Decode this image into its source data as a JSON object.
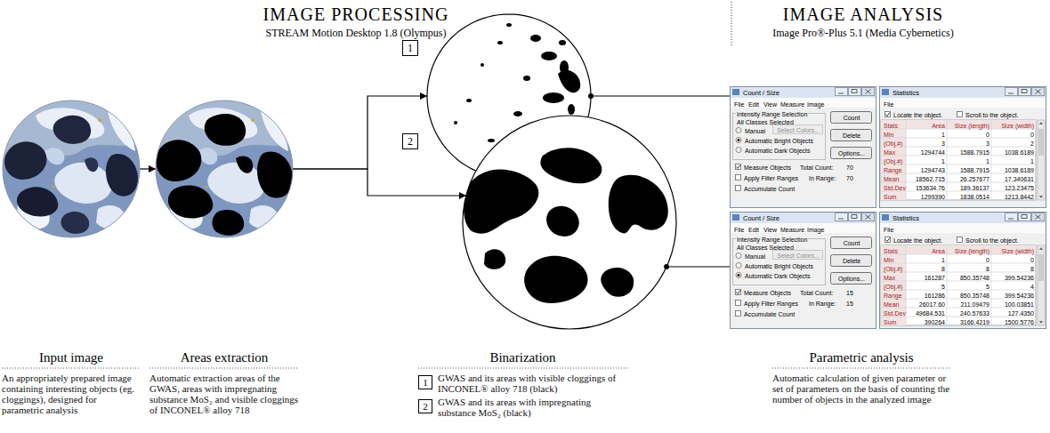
{
  "diagram": {
    "nodes": [
      {
        "text": [
          "Input image",
          "An appropriately prepared image containing interesting objects (eg. cloggings), designed for parametric analysis"
        ]
      },
      {
        "text": [
          "Areas extraction",
          "Automatic extraction areas of the GWAS, areas with impregnating substance MoS₂ and visible cloggings of INCONEL® alloy 718"
        ]
      },
      {
        "text": [
          "1"
        ]
      },
      {
        "text": [
          "2"
        ]
      },
      {
        "text": [
          "Count / Size",
          "File",
          "Edit",
          "View",
          "Measure",
          "Image",
          "Intensity Range Selection",
          "All Classes Selected",
          "Manual",
          "Select Colors...",
          "Automatic Bright Objects",
          "Automatic Dark Objects",
          "Measure Objects",
          "Apply Filter Ranges",
          "Accumulate Count",
          "Count",
          "Delete",
          "Options...",
          "Total Count:",
          "70",
          "In Range:",
          "70"
        ]
      },
      {
        "text": [
          "Statistics",
          "File",
          "Locate the object.",
          "Scroll to the object.",
          "Stats",
          "Area",
          "Size (length)",
          "Size (width)",
          "Min",
          "1",
          "0",
          "0",
          "(Obj.#)",
          "3",
          "3",
          "2",
          "Max",
          "1294744",
          "1588.7915",
          "1038.6189",
          "(Obj.#)",
          "1",
          "1",
          "1",
          "Range",
          "1294743",
          "1588.7915",
          "1038.6189",
          "Mean",
          "18562.715",
          "26.257677",
          "17.340631",
          "Std.Dev",
          "153634.76",
          "189.36137",
          "123.23475",
          "Sum",
          "1299390",
          "1838.0514",
          "1213.8442"
        ]
      },
      {
        "text": [
          "Count / Size",
          "File",
          "Edit",
          "View",
          "Measure",
          "Image",
          "Intensity Range Selection",
          "All Classes Selected",
          "Manual",
          "Select Colors...",
          "Automatic Bright Objects",
          "Automatic Dark Objects",
          "Measure Objects",
          "Apply Filter Ranges",
          "Accumulate Count",
          "Count",
          "Delete",
          "Options...",
          "Total Count:",
          "15",
          "In Range:",
          "15"
        ]
      },
      {
        "text": [
          "Statistics",
          "File",
          "Locate the object.",
          "Scroll to the object.",
          "Stats",
          "Area",
          "Size (length)",
          "Size (width)",
          "Min",
          "1",
          "0",
          "0",
          "(Obj.#)",
          "8",
          "8",
          "8",
          "Max",
          "161287",
          "850.35748",
          "399.54236",
          "(Obj.#)",
          "5",
          "5",
          "4",
          "Range",
          "161286",
          "850.35748",
          "399.54236",
          "Mean",
          "26017.60",
          "211.09479",
          "100.03851",
          "Std.Dev",
          "49684.531",
          "240.57633",
          "127.4350",
          "Sum",
          "390264",
          "3166.4219",
          "1500.5776"
        ]
      }
    ],
    "edges": [
      {
        "from": 0,
        "to": 1,
        "arrow": "to"
      },
      {
        "from": 1,
        "to": 2,
        "arrow": "to"
      },
      {
        "from": 1,
        "to": 3,
        "arrow": "to"
      },
      {
        "from": 2,
        "to": 4,
        "arrow": "none"
      },
      {
        "from": 3,
        "to": 6,
        "arrow": "none"
      }
    ],
    "labels": [
      "IMAGE PROCESSING",
      "STREAM Motion Desktop 1.8 (Olympus)",
      "IMAGE ANALYSIS",
      "Image Pro®-Plus 5.1 (Media Cybernetics)",
      "Binarization",
      "1",
      "GWAS and its areas with visible cloggings of INCONEL® alloy 718 (black)",
      "2",
      "GWAS and its areas with impregnating substance MoS₂ (black)",
      "Parametric analysis",
      "Automatic calculation of given parameter or set of parameters on the basis of counting the number of objects in the analyzed image"
    ]
  }
}
